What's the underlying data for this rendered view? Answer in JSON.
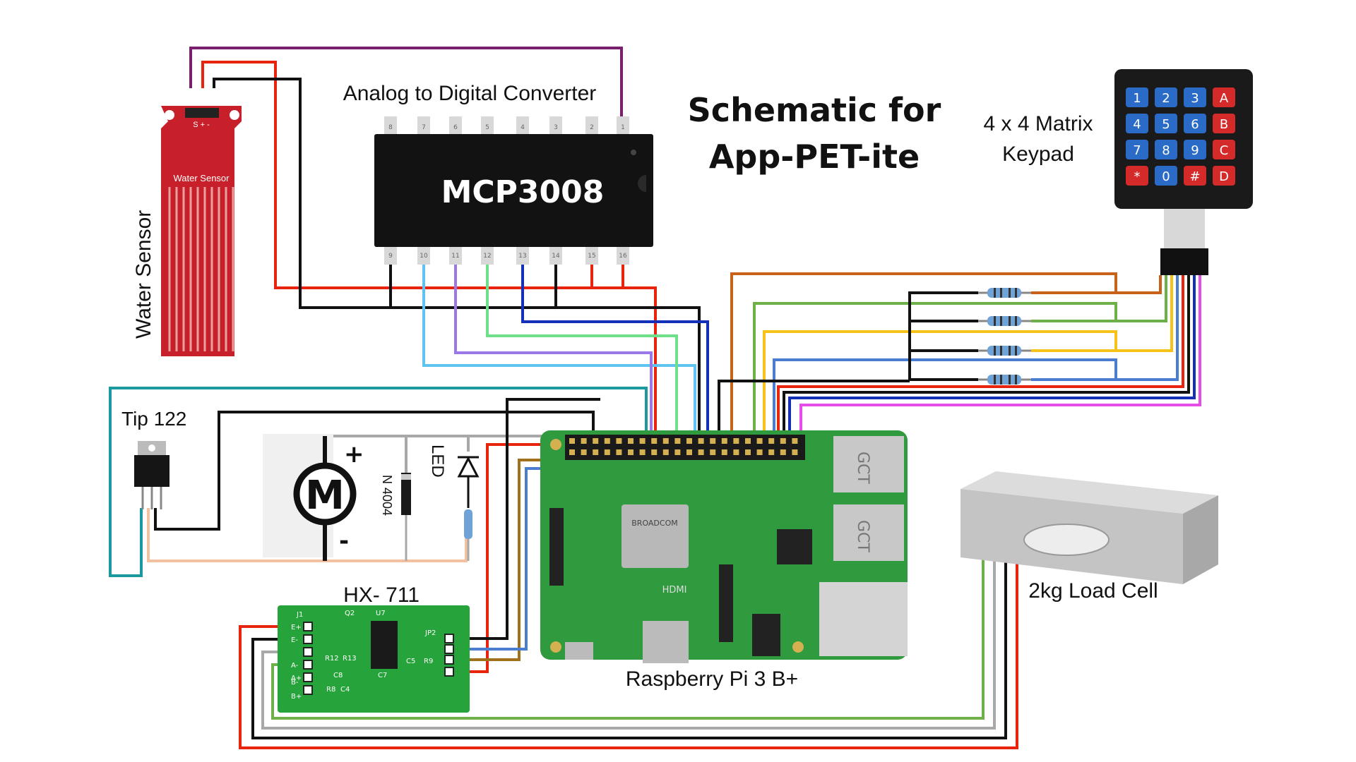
{
  "title": {
    "line1": "Schematic for",
    "line2": "App-PET-ite"
  },
  "labels": {
    "adc": "Analog to Digital Converter",
    "adc_chip": "MCP3008",
    "water_sensor": "Water Sensor",
    "water_sensor_silk": "Water Sensor",
    "water_sensor_pins": "S  +  -",
    "keypad": [
      "4 x 4 Matrix",
      "Keypad"
    ],
    "tip": "Tip 122",
    "led": "LED",
    "diode": "N 4004",
    "motor": "M",
    "motor_plus": "+",
    "motor_minus": "-",
    "hx711": "HX- 711",
    "load_cell": "2kg Load Cell",
    "rpi": "Raspberry Pi 3 B+",
    "rpi_soc": "BROADCOM",
    "rpi_hdmi": "HDMI",
    "rpi_usb": "GCT"
  },
  "adc_pins_top": [
    "8",
    "7",
    "6",
    "5",
    "4",
    "3",
    "2",
    "1"
  ],
  "adc_pins_bottom": [
    "9",
    "10",
    "11",
    "12",
    "13",
    "14",
    "15",
    "16"
  ],
  "keypad_keys": [
    "1",
    "2",
    "3",
    "A",
    "4",
    "5",
    "6",
    "B",
    "7",
    "8",
    "9",
    "C",
    "*",
    "0",
    "#",
    "D"
  ],
  "hx711_silk": [
    "J1",
    "Q2",
    "U7",
    "JP2",
    "R12",
    "R13",
    "C8",
    "C7",
    "C5",
    "R9",
    "R8",
    "C4",
    "E+",
    "E-",
    "A-",
    "A+",
    "B-",
    "B+"
  ],
  "colors": {
    "red": "#e8230e",
    "black": "#111111",
    "purple": "#7a1f6e",
    "light_blue": "#5fc3ef",
    "lavender": "#9a78e8",
    "light_green": "#6fe08a",
    "navy": "#1530b8",
    "orange_brown": "#c8621a",
    "olive_green": "#6db04a",
    "yellow": "#f5c21a",
    "steel_blue": "#4a7dd0",
    "magenta": "#e64ce6",
    "teal": "#1a9aa0",
    "peach": "#f2c2a0",
    "brown": "#a0701a",
    "gray": "#a8a8a8",
    "pi_green": "#2f9a3e",
    "hx_green": "#26a33a",
    "sensor_red": "#c8202a"
  }
}
